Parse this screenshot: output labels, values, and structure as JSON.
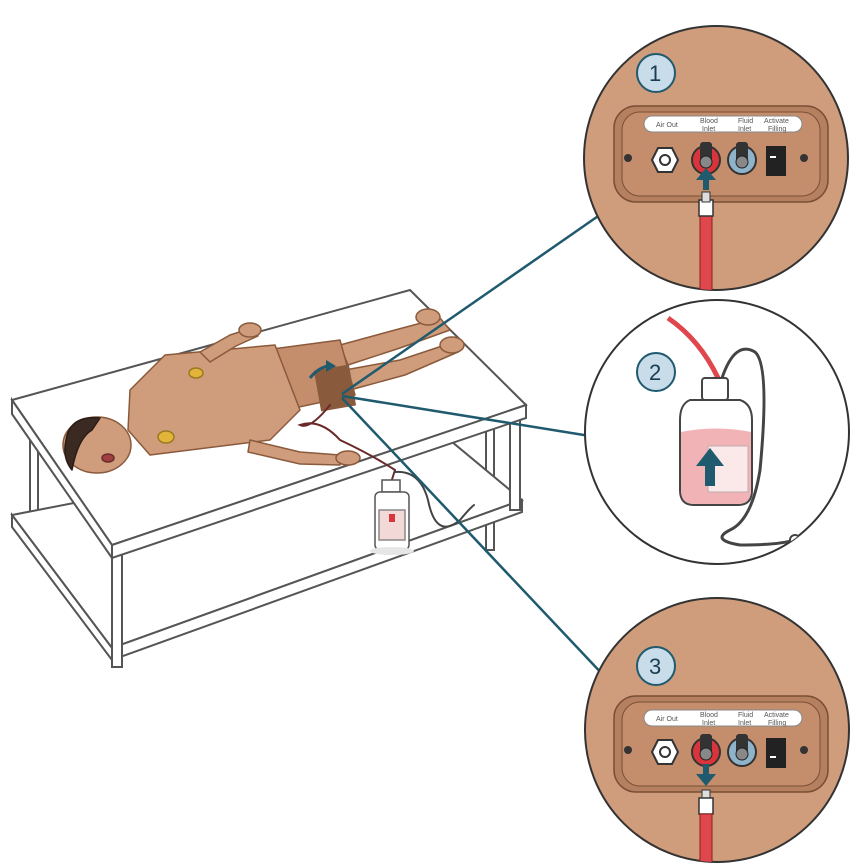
{
  "steps": [
    {
      "number": "1",
      "arrow_direction": "up"
    },
    {
      "number": "2",
      "arrow_direction": "up"
    },
    {
      "number": "3",
      "arrow_direction": "down"
    }
  ],
  "panel_labels": {
    "air_out": "Air Out",
    "blood_inlet": [
      "Blood",
      "Inlet"
    ],
    "fluid_inlet": [
      "Fluid",
      "Inlet"
    ],
    "activate_filling": [
      "Activate",
      "Filling"
    ]
  },
  "colors": {
    "skin_circle": "#cf9c7c",
    "skin_dark": "#b5805f",
    "teal_line": "#1f5a6e",
    "number_badge": "#c9dcea",
    "blood_red": "#d9343a",
    "tube_red": "#e0474d",
    "table_outline": "#555555"
  }
}
